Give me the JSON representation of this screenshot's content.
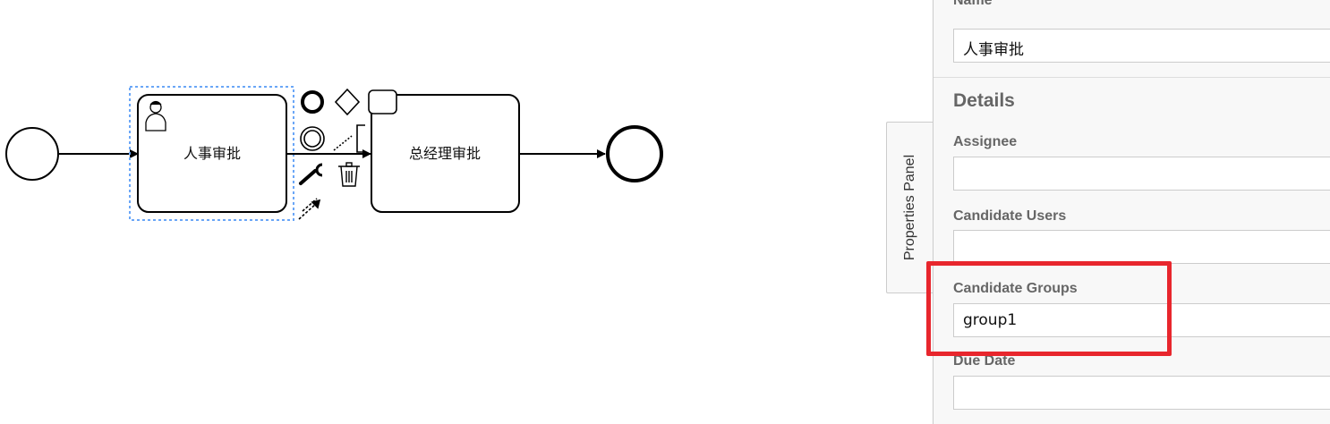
{
  "diagram": {
    "tasks": [
      {
        "id": "task1",
        "label": "人事审批",
        "type": "user-task",
        "selected": true
      },
      {
        "id": "task2",
        "label": "总经理审批",
        "type": "task",
        "selected": false
      }
    ],
    "context_pad": [
      "end-event-icon",
      "gateway-icon",
      "task-icon",
      "intermediate-event-icon",
      "text-annotation-icon",
      "wrench-icon",
      "trash-icon",
      "connect-icon"
    ]
  },
  "properties_panel": {
    "tab_label": "Properties Panel",
    "name_label": "Name",
    "name_value": "人事审批",
    "group_title": "Details",
    "fields": [
      {
        "label": "Assignee",
        "value": ""
      },
      {
        "label": "Candidate Users",
        "value": ""
      },
      {
        "label": "Candidate Groups",
        "value": "group1"
      },
      {
        "label": "Due Date",
        "value": ""
      }
    ]
  },
  "colors": {
    "highlight": "#e8262d",
    "selection": "#6aa6f7",
    "panel_background": "#f8f8f8"
  }
}
